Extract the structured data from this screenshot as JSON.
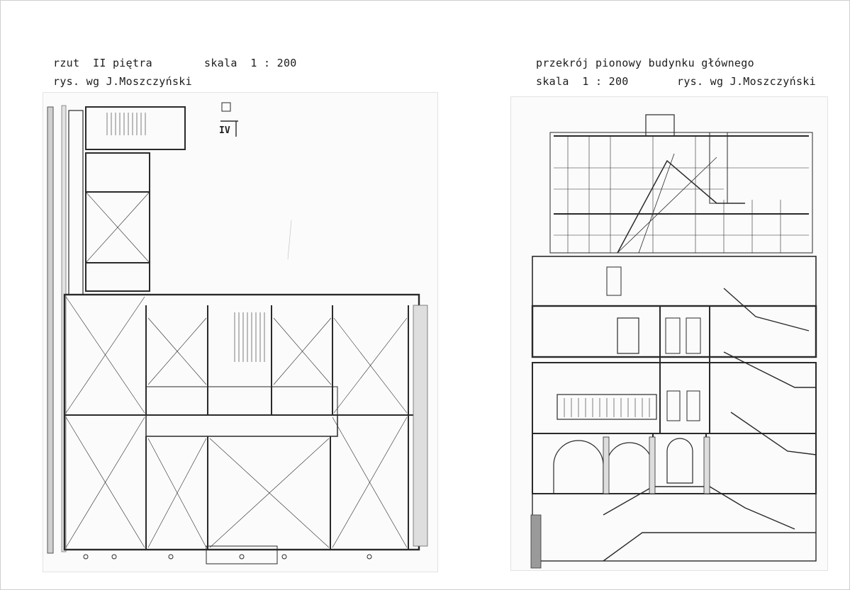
{
  "left": {
    "title": "rzut  II piętra",
    "scale": "skala  1 : 200",
    "credit": "rys. wg J.Moszczyński",
    "section_mark": "IV"
  },
  "right": {
    "title": "przekrój pionowy budynku głównego",
    "scale": "skala  1 : 200",
    "credit": "rys. wg J.Moszczyński"
  }
}
